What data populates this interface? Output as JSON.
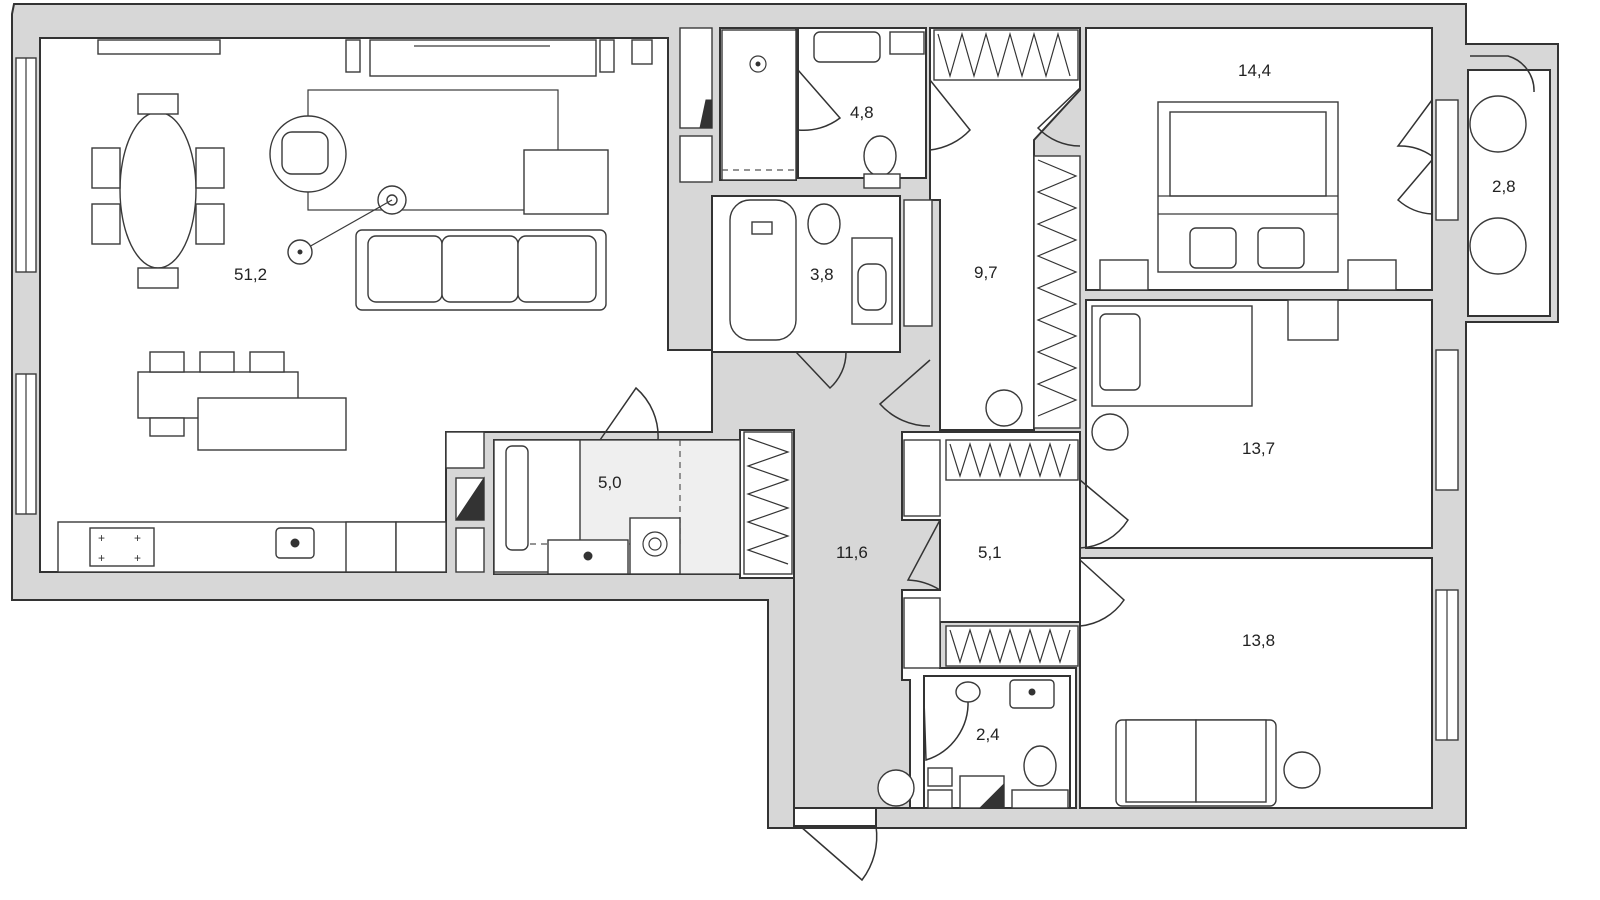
{
  "plan": {
    "rooms": [
      {
        "id": "living-kitchen",
        "area": "51,2"
      },
      {
        "id": "bathroom-top",
        "area": "4,8"
      },
      {
        "id": "corridor-north",
        "area": "9,7"
      },
      {
        "id": "bedroom-master",
        "area": "14,4"
      },
      {
        "id": "balcony",
        "area": "2,8"
      },
      {
        "id": "bathroom-middle",
        "area": "3,8"
      },
      {
        "id": "laundry",
        "area": "5,0"
      },
      {
        "id": "hall",
        "area": "11,6"
      },
      {
        "id": "corridor-south",
        "area": "5,1"
      },
      {
        "id": "bedroom-east",
        "area": "13,7"
      },
      {
        "id": "bedroom-south",
        "area": "13,8"
      },
      {
        "id": "wc",
        "area": "2,4"
      }
    ]
  }
}
